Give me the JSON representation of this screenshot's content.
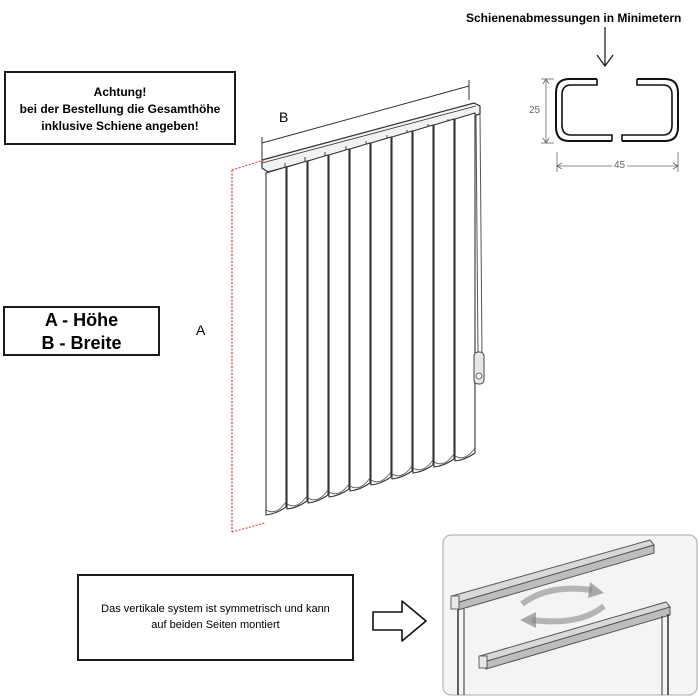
{
  "notice": {
    "line1": "Achtung!",
    "line2": "bei der Bestellung die Gesamthöhe",
    "line3": "inklusive Schiene angeben!"
  },
  "legend": {
    "height": "A - Höhe",
    "width": "B - Breite"
  },
  "rail": {
    "title": "Schienenabmessungen in Minimetern",
    "height_mm": "25",
    "width_mm": "45"
  },
  "diagram": {
    "label_a": "A",
    "label_b": "B"
  },
  "info": {
    "line1": "Das vertikale system ist symmetrisch und kann",
    "line2": "auf beiden Seiten montiert"
  }
}
